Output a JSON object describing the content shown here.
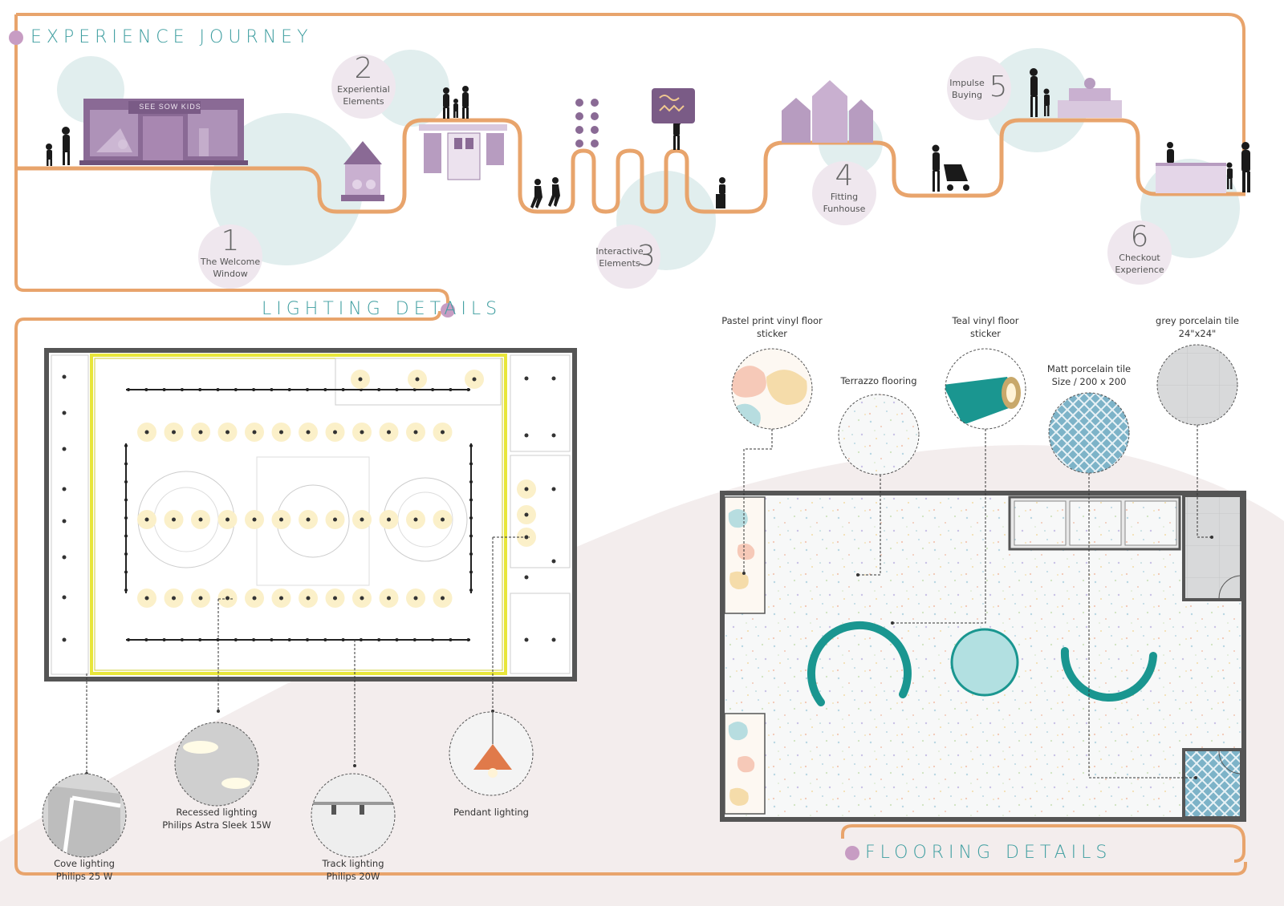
{
  "titles": {
    "experience": "EXPERIENCE JOURNEY",
    "lighting": "LIGHTING DETAILS",
    "flooring": "FLOORING DETAILS"
  },
  "journey": {
    "store_sign": "SEE SOW KIDS",
    "steps": [
      {
        "number": "1",
        "text_1": "The Welcome",
        "text_2": "Window"
      },
      {
        "number": "2",
        "text_1": "Experiential",
        "text_2": "Elements"
      },
      {
        "number": "3",
        "text_1": "Interactive",
        "text_2": "Elements"
      },
      {
        "number": "4",
        "text_1": "Fitting",
        "text_2": "Funhouse"
      },
      {
        "number": "5",
        "text_1": "Impulse",
        "text_2": "Buying"
      },
      {
        "number": "6",
        "text_1": "Checkout",
        "text_2": "Experience"
      }
    ]
  },
  "lighting": [
    {
      "line_1": "Cove lighting",
      "line_2": "Philips 25 W"
    },
    {
      "line_1": "Recessed lighting",
      "line_2": "Philips Astra Sleek 15W"
    },
    {
      "line_1": "Track lighting",
      "line_2": "Philips 20W"
    },
    {
      "line_1": "Pendant lighting",
      "line_2": ""
    }
  ],
  "flooring": [
    {
      "line_1": "Pastel print vinyl floor",
      "line_2": "sticker"
    },
    {
      "line_1": "Terrazzo flooring",
      "line_2": ""
    },
    {
      "line_1": "Teal vinyl floor",
      "line_2": "sticker"
    },
    {
      "line_1": "Matt porcelain tile",
      "line_2": "Size / 200 x 200"
    },
    {
      "line_1": "grey porcelain tile",
      "line_2": "24\"x24\""
    }
  ],
  "colors": {
    "frame": "#e8a46c",
    "accent_dot": "#c79cc3",
    "title_teal": "#3e9ea0",
    "plum": "#8a6a95",
    "teal": "#1a9690",
    "bubble": "#e1eeee",
    "wall": "#555555",
    "highlight": "#e8e63a"
  }
}
